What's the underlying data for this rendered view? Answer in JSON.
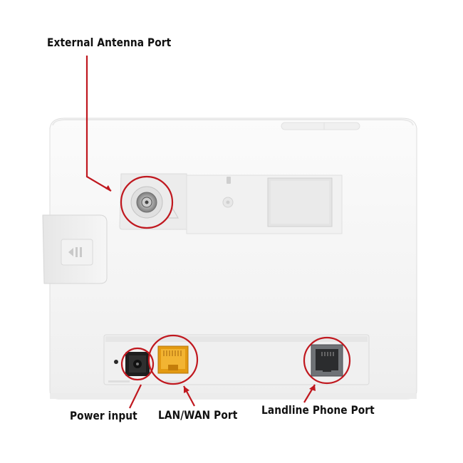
{
  "callouts": {
    "external_antenna": "External Antenna Port",
    "power_input": "Power input",
    "lan_wan": "LAN/WAN Port",
    "landline": "Landline Phone Port"
  },
  "colors": {
    "callout_red": "#c0181f",
    "router_body": "#f7f7f6",
    "lan_port_yellow": "#f0a818",
    "phone_port_gray": "#6c6f73"
  }
}
